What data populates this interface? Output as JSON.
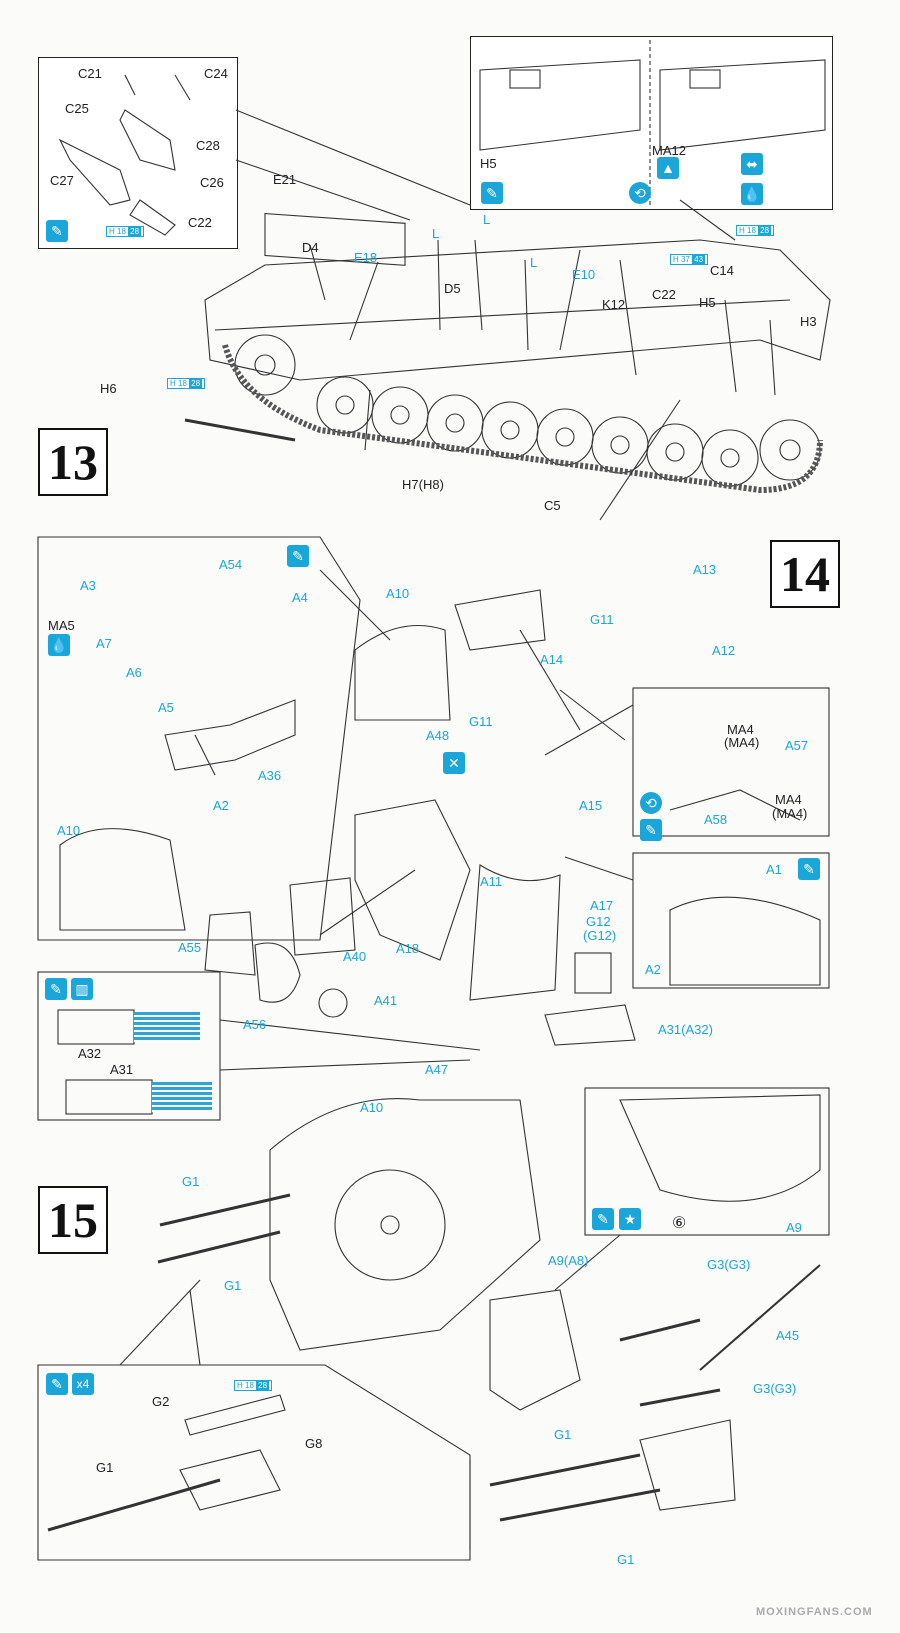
{
  "steps": {
    "s13": "13",
    "s14": "14",
    "s15": "15"
  },
  "labels13": {
    "C21": "C21",
    "C24": "C24",
    "C25": "C25",
    "C28": "C28",
    "C27": "C27",
    "C26": "C26",
    "C22a": "C22",
    "H5a": "H5",
    "MA12": "MA12",
    "E21": "E21",
    "D4": "D4",
    "E18": "E18",
    "La": "L",
    "Lb": "L",
    "Lc": "L",
    "D5": "D5",
    "E10": "E10",
    "K12": "K12",
    "C22b": "C22",
    "C14": "C14",
    "H5b": "H5",
    "H3": "H3",
    "H6": "H6",
    "H7": "H7(H8)",
    "C5": "C5"
  },
  "labels14": {
    "A3": "A3",
    "MA5": "MA5",
    "A7": "A7",
    "A6": "A6",
    "A54": "A54",
    "A4": "A4",
    "A5": "A5",
    "A36": "A36",
    "A2a": "A2",
    "A10a": "A10",
    "A10b": "A10",
    "A13": "A13",
    "G11a": "G11",
    "A12": "A12",
    "A14": "A14",
    "G11b": "G11",
    "A48": "A48",
    "A15": "A15",
    "MA4a": "MA4",
    "MA4b": "(MA4)",
    "A57": "A57",
    "A58": "A58",
    "MA4c": "MA4",
    "MA4d": "(MA4)",
    "A11": "A11",
    "A17": "A17",
    "G12a": "G12",
    "G12b": "(G12)",
    "A18": "A18",
    "A40": "A40",
    "A55": "A55",
    "A56": "A56",
    "A41": "A41",
    "A1": "A1",
    "A2b": "A2",
    "A31a": "A31(A32)",
    "A32": "A32",
    "A31b": "A31"
  },
  "labels15": {
    "A47": "A47",
    "A10": "A10",
    "G1a": "G1",
    "G1b": "G1",
    "A9": "A9",
    "six": "⑥",
    "A9A8": "A9(A8)",
    "G3a": "G3(G3)",
    "A45": "A45",
    "G3b": "G3(G3)",
    "G1c": "G1",
    "G1d": "G1",
    "G2": "G2",
    "G8": "G8",
    "G1e": "G1",
    "x4": "x4"
  },
  "refs": {
    "H": "H",
    "n18": "18",
    "n28": "28",
    "n37": "37",
    "n43": "43"
  },
  "watermark": "MOXINGFANS.COM",
  "colors": {
    "accent": "#1aa6d8",
    "line": "#222222"
  }
}
